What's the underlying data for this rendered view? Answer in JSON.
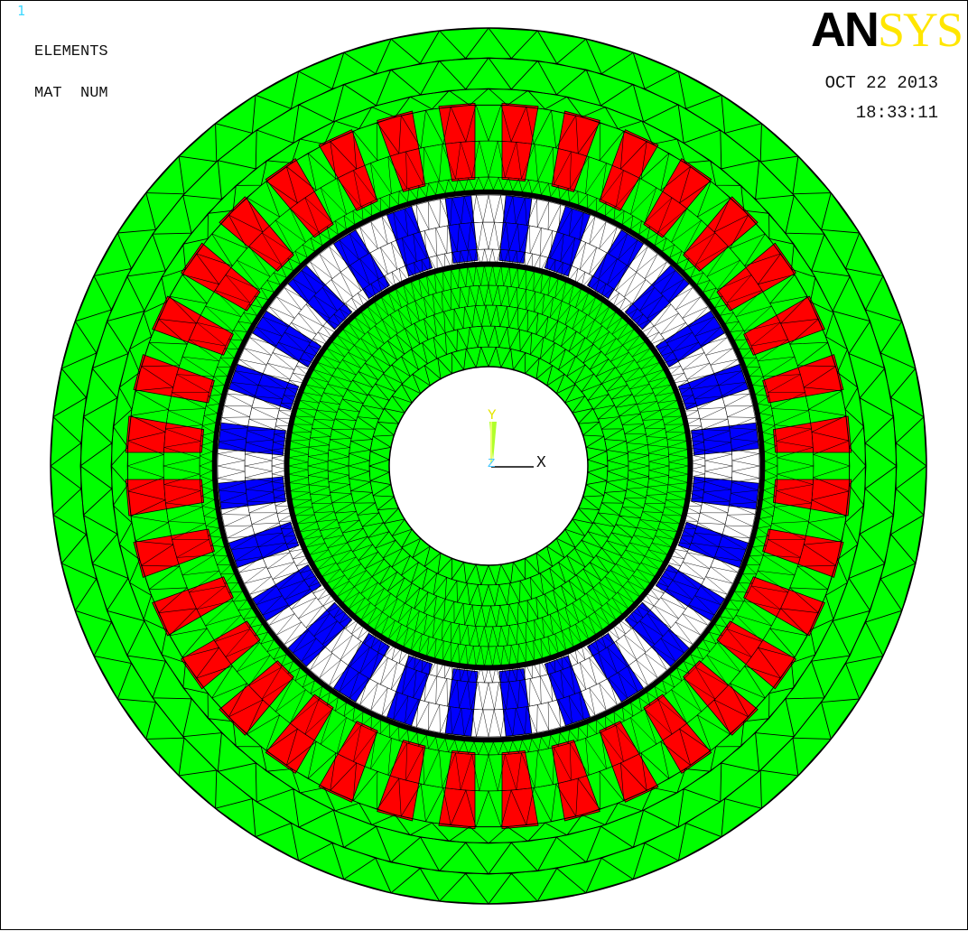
{
  "window": {
    "number": "1"
  },
  "labels": {
    "line1": "ELEMENTS",
    "line2": "MAT  NUM"
  },
  "stamp": {
    "date": "OCT 22 2013",
    "time": "18:33:11"
  },
  "logo": {
    "part1": "AN",
    "part2": "SYS"
  },
  "triad": {
    "x": "X",
    "y": "Y",
    "z": "Z"
  },
  "colors": {
    "background": "#ffffff",
    "stator_core": "#00ff00",
    "stator_slots": "#ff0000",
    "rotor_bars": "#0000ff",
    "mesh_lines": "#000000",
    "logo_black": "#000000",
    "logo_yellow": "#ffe600",
    "window_number": "#3fd8ff"
  },
  "model": {
    "stator_slot_count": 36,
    "rotor_bar_count": 28
  }
}
